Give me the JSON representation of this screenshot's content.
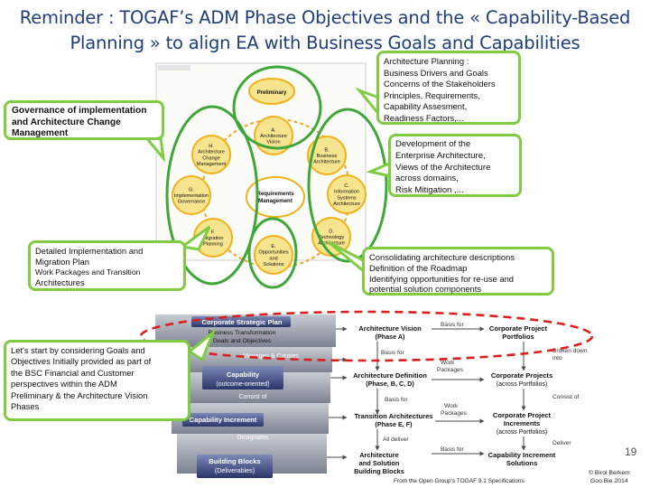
{
  "title": {
    "line1": "Reminder : TOGAF’s ADM Phase Objectives and the « Capability-Based",
    "line2": "Planning » to align EA with Business Goals and Capabilities"
  },
  "callouts": {
    "governance": [
      "Governance of implementation",
      "and Architecture Change",
      "Management"
    ],
    "arch_planning": [
      "Architecture Planning :",
      "Business Drivers and Goals",
      "Concerns of the Stakeholders",
      "Principles, Requirements,",
      "Capability Assesment,",
      "Readiness Factors,..."
    ],
    "development": [
      "Development of the",
      "Enterprise Architecture,",
      "Views of the Architecture",
      "across domains,",
      "Risk Mitigation ,..."
    ],
    "implementation": [
      "Detailed Implementation  and",
      "Migration Plan",
      "Work Packages and Transition",
      "Architectures"
    ],
    "consolidating": [
      "Consolidating architecture descriptions",
      "Definition of the Roadmap",
      "Identifying opportunities for re-use and",
      "potential solution components"
    ],
    "start": [
      "Let's start by  considering Goals and",
      "Objectives Initially provided as part of",
      "the BSC Financial and Customer",
      "perspectives within the ADM",
      "Preliminary & the Architecture Vision",
      "Phases"
    ]
  },
  "adm": {
    "header": "Preliminary",
    "center": [
      "Requirements",
      "Management"
    ],
    "phases": [
      {
        "letter": "A.",
        "name": [
          "Architecture",
          "Vision"
        ]
      },
      {
        "letter": "B.",
        "name": [
          "Business",
          "Architecture"
        ]
      },
      {
        "letter": "C.",
        "name": [
          "Information",
          "Systems",
          "Architecture"
        ]
      },
      {
        "letter": "D.",
        "name": [
          "Technology",
          "Architecture"
        ]
      },
      {
        "letter": "E.",
        "name": [
          "Opportunities",
          "and",
          "Solutions"
        ]
      },
      {
        "letter": "F.",
        "name": [
          "Migration",
          "Planning"
        ]
      },
      {
        "letter": "G.",
        "name": [
          "Implementation",
          "Governance"
        ]
      },
      {
        "letter": "H.",
        "name": [
          "Architecture",
          "Change",
          "Management"
        ]
      }
    ]
  },
  "capability": {
    "left": {
      "plan": [
        "Corporate Strategic Plan",
        "Business Transformation",
        "Goals and Objectives"
      ],
      "manages": "Manages & Creates",
      "capability": [
        "Capability",
        "(outcome-oriented)"
      ],
      "consist": "Consist of",
      "increment": "Capability Increment",
      "designates": "Designates",
      "blocks": [
        "Building Blocks",
        "(Deliverables)"
      ]
    },
    "middle": {
      "vision": [
        "Architecture Vision",
        "(Phase A)"
      ],
      "basis1": "Basis for",
      "definition": [
        "Architecture Definition",
        "(Phase, B, C, D)"
      ],
      "basis2": "Basis for",
      "transition": [
        "Transition Architectures",
        "(Phase E, F)"
      ],
      "deliver": "All deliver",
      "solution": [
        "Architecture",
        "and Solution",
        "Building Blocks"
      ]
    },
    "links": {
      "basis_for": "Basis for",
      "work_packages1": [
        "Work",
        "Packages"
      ],
      "work_packages2": [
        "Work",
        "Packages"
      ],
      "basis_for2": "Basis for",
      "broken_down": [
        "Broken down",
        "into"
      ],
      "consist_of": "Consist of",
      "deliver": "Deliver"
    },
    "right": {
      "portfolios": [
        "Corporate Project",
        "Portfolios"
      ],
      "projects": [
        "Corporate Projects",
        "(across Portfolios)"
      ],
      "increments": [
        "Corporate Project",
        "Increments",
        "(across Portfolios)"
      ],
      "solutions": [
        "Capability Increment",
        "Solutions"
      ]
    }
  },
  "footer": {
    "source": "From the Open Group's TOGAF 9.1 Specifications",
    "page_number": "19",
    "copyright": [
      "© Birol Berkem",
      "Goo.Bie 2014"
    ]
  },
  "colors": {
    "title": "#1f3e7a",
    "callout_border": "#7fcb41",
    "ring": "#3fa639",
    "oval_red": "#d9201c",
    "phase_fill": "#f7e48f",
    "phase_ring": "#f0b21a"
  }
}
